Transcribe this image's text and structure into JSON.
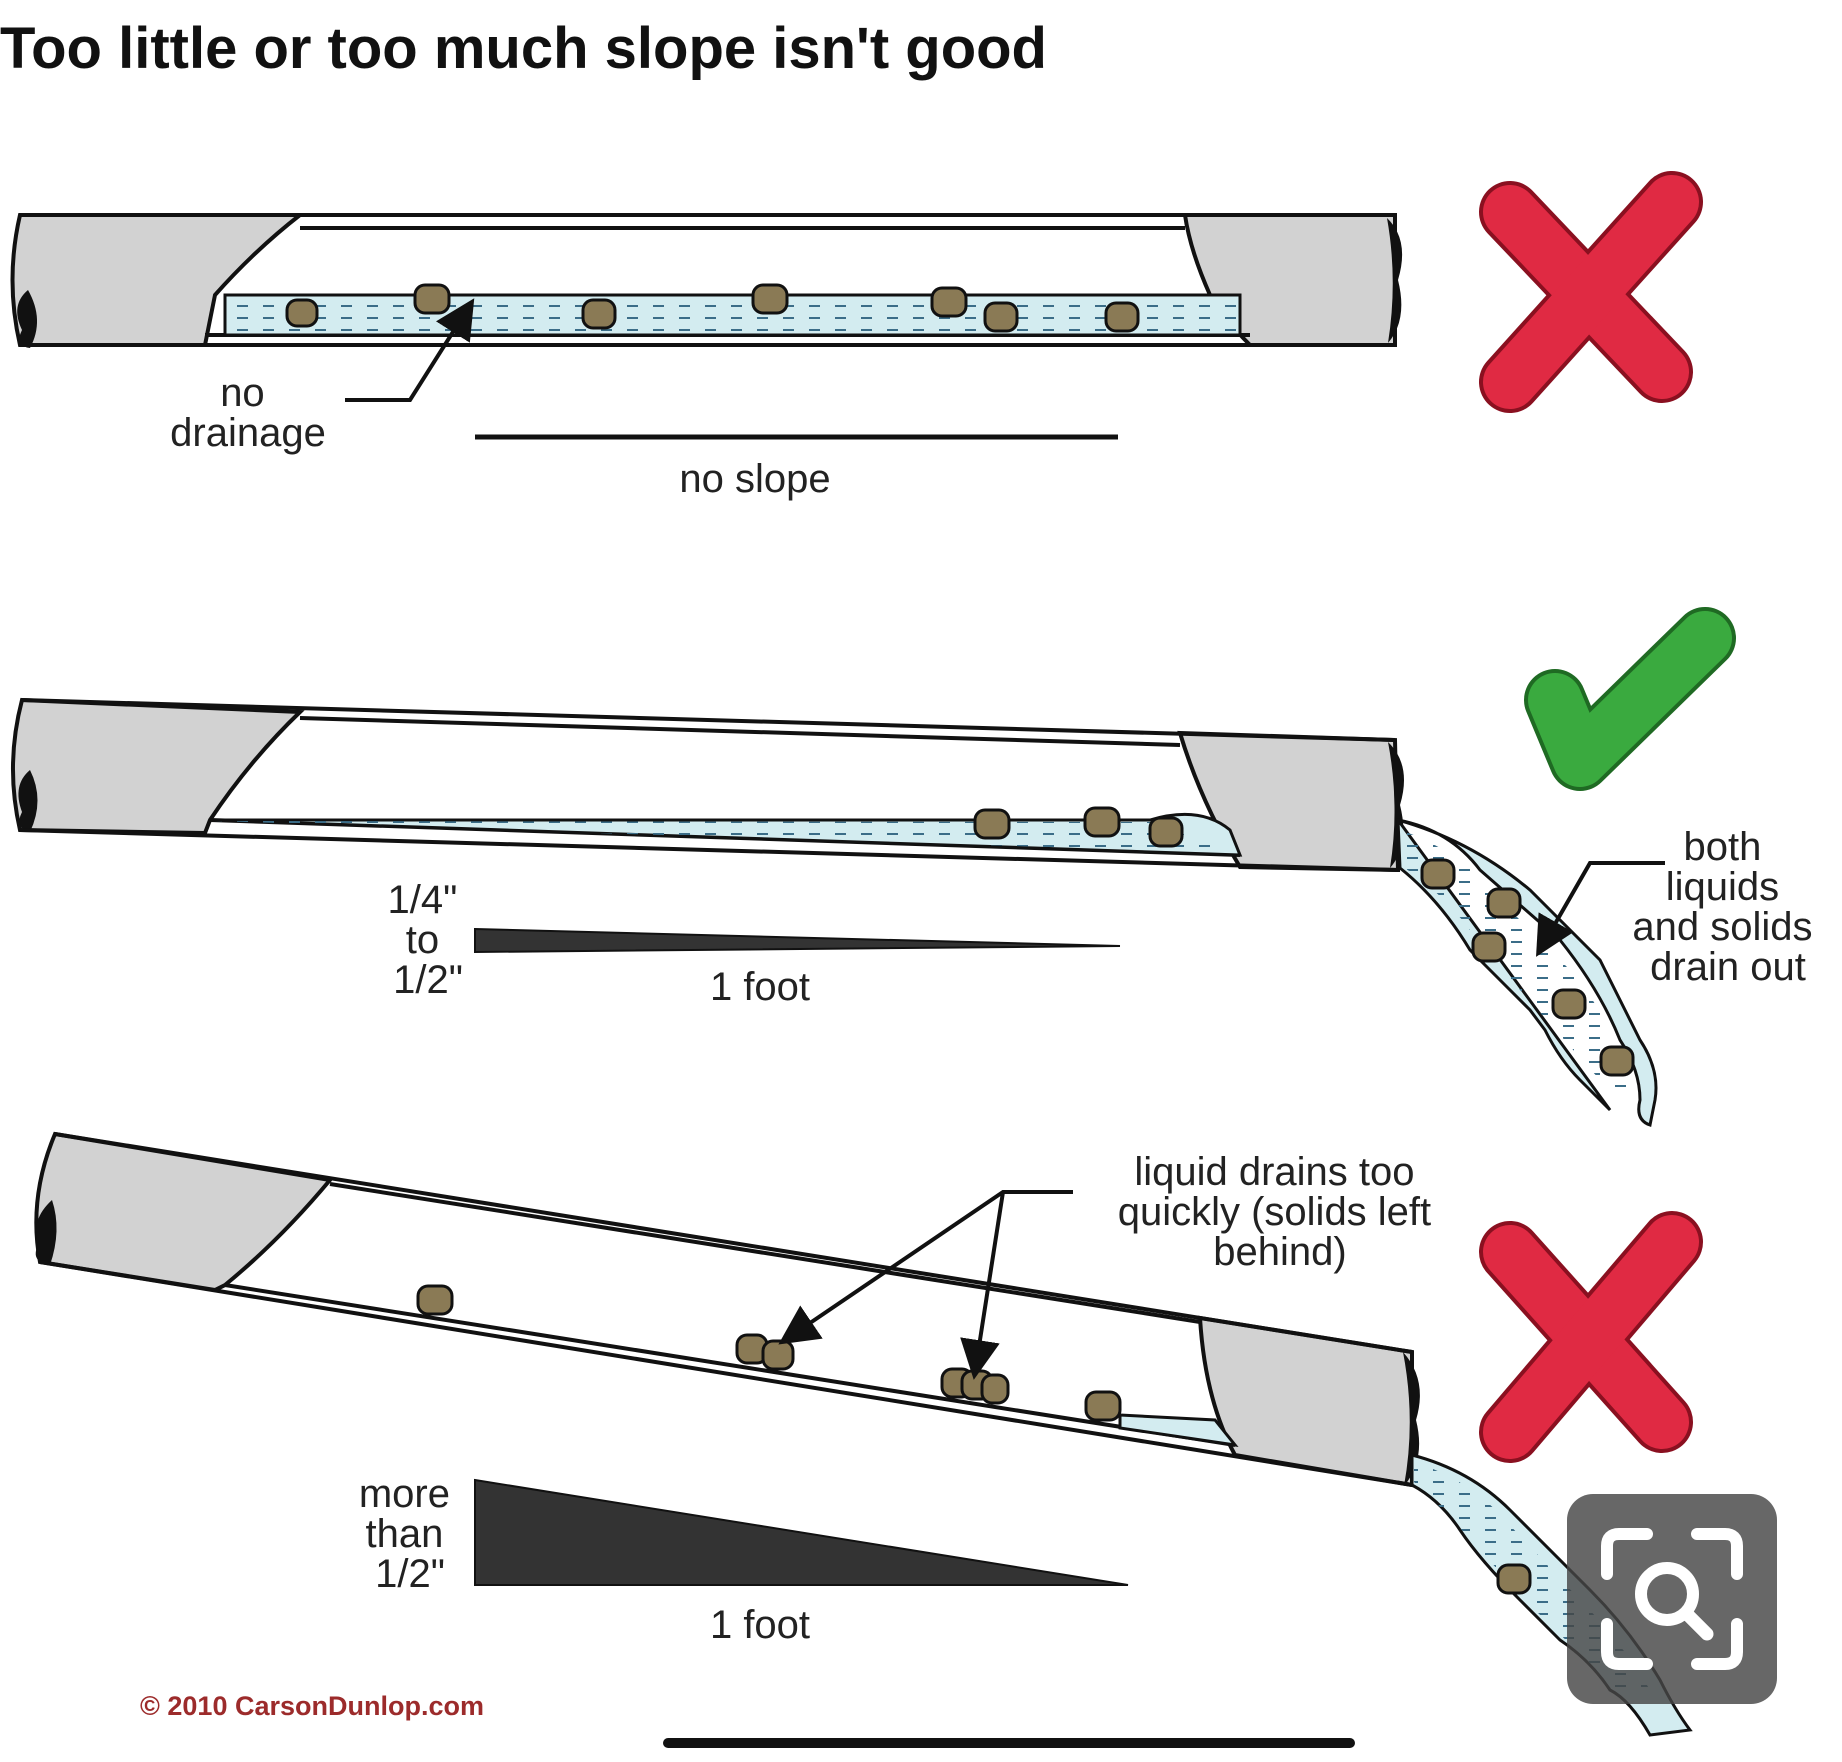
{
  "title": "Too little or too much slope isn't good",
  "panels": [
    {
      "id": "no-slope",
      "verdict": "wrong",
      "verdict_icon": "red-x-icon",
      "annotation": [
        "no",
        "drainage"
      ],
      "scale_label": "no slope"
    },
    {
      "id": "correct-slope",
      "verdict": "correct",
      "verdict_icon": "green-check-icon",
      "annotation": [
        "both",
        "liquids",
        "and solids",
        "drain out"
      ],
      "rise_label": [
        "1/4\"",
        "to",
        "1/2\""
      ],
      "run_label": "1 foot"
    },
    {
      "id": "too-much-slope",
      "verdict": "wrong",
      "verdict_icon": "red-x-icon",
      "annotation": [
        "liquid drains too",
        "quickly (solids left",
        "behind)"
      ],
      "rise_label": [
        "more",
        "than",
        "1/2\""
      ],
      "run_label": "1 foot"
    }
  ],
  "copyright": "© 2010 CarsonDunlop.com",
  "overlay": {
    "visual_search_icon": "magnifier-scan-icon"
  },
  "colors": {
    "wrong": "#e02a43",
    "correct": "#3aaa3f",
    "water": "#d3ecf0",
    "solids": "#8a7a55",
    "pipe_end": "#d2d2d2"
  }
}
